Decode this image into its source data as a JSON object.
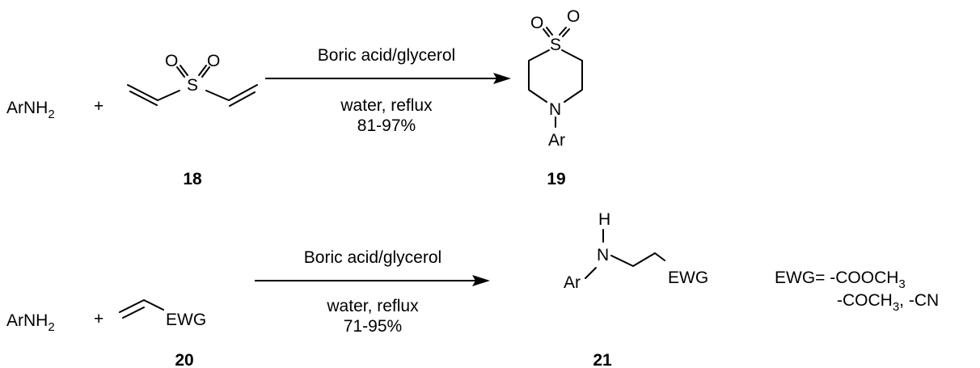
{
  "reaction1": {
    "reactant": "ArNH",
    "reactant_sub": "2",
    "plus": "+",
    "atom_O1": "O",
    "atom_O2": "O",
    "atom_S": "S",
    "reagent_above": "Boric acid/glycerol",
    "condition_below": "water, reflux",
    "yield": "81-97%",
    "product_atom_O1": "O",
    "product_atom_O2": "O",
    "product_atom_S": "S",
    "product_atom_N": "N",
    "product_Ar": "Ar",
    "label_reactant": "18",
    "label_product": "19"
  },
  "reaction2": {
    "reactant": "ArNH",
    "reactant_sub": "2",
    "plus": "+",
    "alkene_group": "EWG",
    "reagent_above": "Boric acid/glycerol",
    "condition_below": "water, reflux",
    "yield": "71-95%",
    "product_H": "H",
    "product_N": "N",
    "product_Ar": "Ar",
    "product_EWG": "EWG",
    "label_reactant": "20",
    "label_product": "21",
    "ewg_def_line1": "EWG= -COOCH",
    "ewg_def_line1_sub": "3",
    "ewg_def_line2a": "-COCH",
    "ewg_def_line2a_sub": "3",
    "ewg_def_line2b": ", -CN"
  }
}
